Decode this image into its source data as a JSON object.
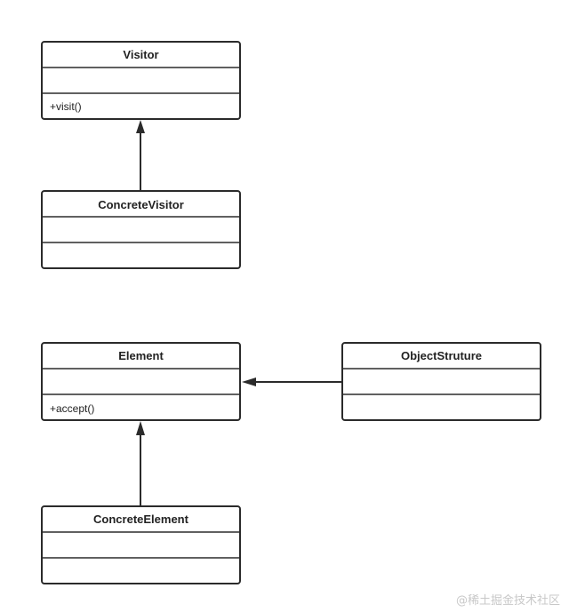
{
  "classes": {
    "visitor": {
      "name": "Visitor",
      "attributes": "",
      "methods": "+visit()"
    },
    "concrete_visitor": {
      "name": "ConcreteVisitor",
      "attributes": "",
      "methods": ""
    },
    "element": {
      "name": "Element",
      "attributes": "",
      "methods": "+accept()"
    },
    "object_structure": {
      "name": "ObjectStruture",
      "attributes": "",
      "methods": ""
    },
    "concrete_element": {
      "name": "ConcreteElement",
      "attributes": "",
      "methods": ""
    }
  },
  "relations": [
    {
      "from": "ConcreteVisitor",
      "to": "Visitor",
      "type": "generalization"
    },
    {
      "from": "ObjectStruture",
      "to": "Element",
      "type": "association"
    },
    {
      "from": "ConcreteElement",
      "to": "Element",
      "type": "generalization"
    }
  ],
  "watermark": "@稀土掘金技术社区",
  "colors": {
    "line": "#2b2b2b",
    "box_fill": "#ffffff",
    "watermark": "#c8c8c8"
  }
}
